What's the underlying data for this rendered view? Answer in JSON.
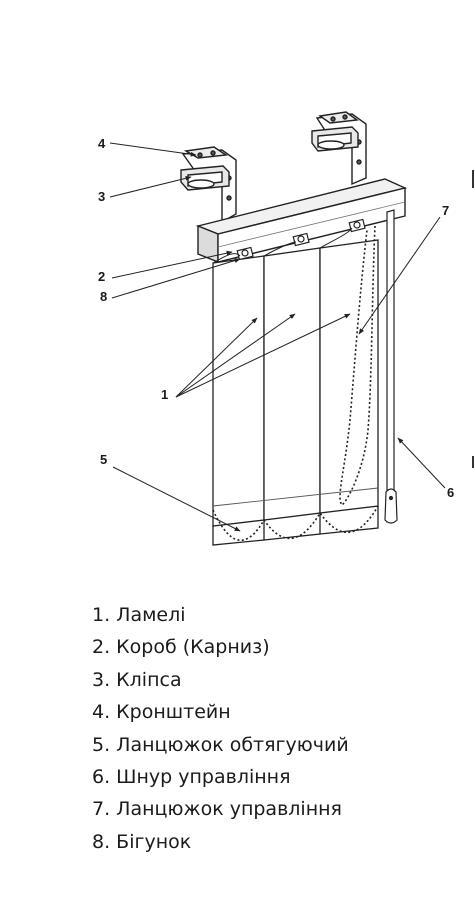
{
  "diagram": {
    "callouts": [
      "1",
      "2",
      "3",
      "4",
      "5",
      "6",
      "7",
      "8"
    ]
  },
  "legend": {
    "items": [
      "1. Ламелі",
      "2. Короб (Карниз)",
      "3. Кліпса",
      "4. Кронштейн",
      "5. Ланцюжок обтягуючий",
      "6. Шнур управління",
      "7. Ланцюжок управління",
      "8. Бігунок"
    ]
  }
}
